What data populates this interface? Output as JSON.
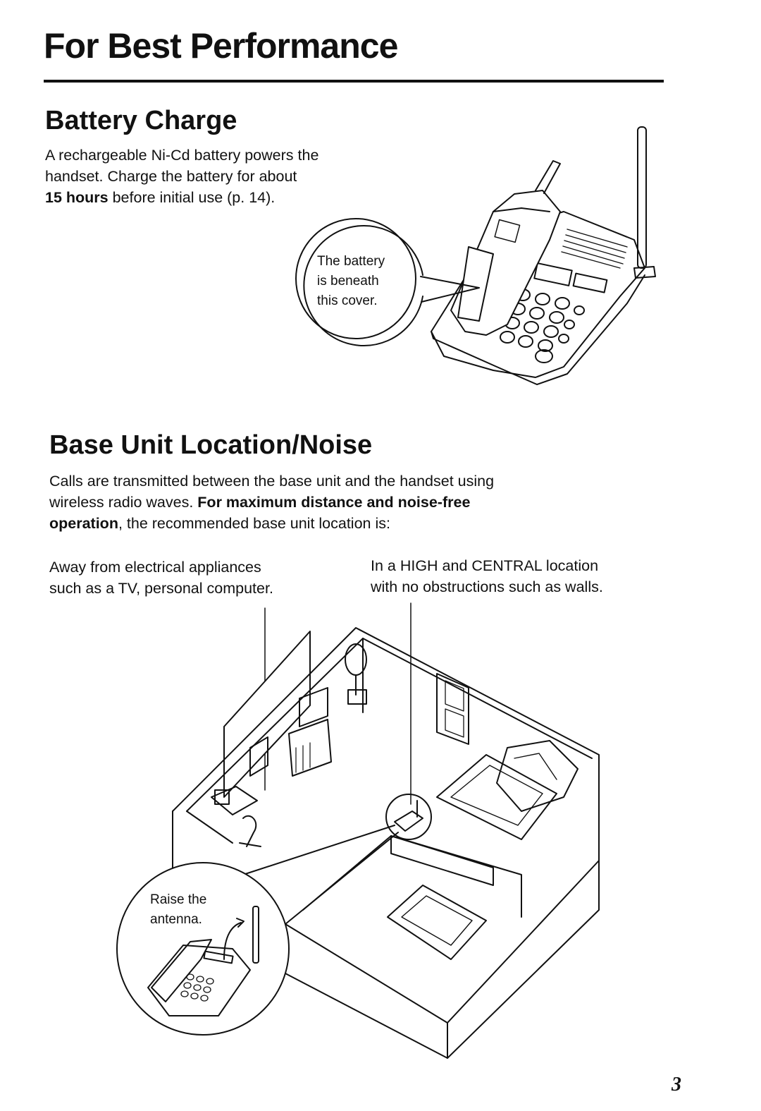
{
  "title": "For Best Performance",
  "battery": {
    "heading": "Battery Charge",
    "line1": "A rechargeable Ni-Cd battery powers the",
    "line2": "handset. Charge the battery for about",
    "line3_bold": "15 hours",
    "line3_rest": " before initial use (p. 14).",
    "callout": [
      "The battery",
      "is beneath",
      "this cover."
    ]
  },
  "base": {
    "heading": "Base Unit Location/Noise",
    "line1": "Calls are transmitted between the base unit and the handset using",
    "line2_normal": "wireless radio waves. ",
    "line2_bold": "For maximum distance and noise-free",
    "line3_bold": "operation",
    "line3_rest": ", the recommended base unit location is:",
    "left_col": [
      "Away from electrical appliances",
      "such as a TV, personal computer."
    ],
    "right_col": [
      "In a HIGH and CENTRAL location",
      "with no obstructions such as walls."
    ],
    "antenna_callout": [
      "Raise the",
      "antenna."
    ]
  },
  "page_number": "3"
}
